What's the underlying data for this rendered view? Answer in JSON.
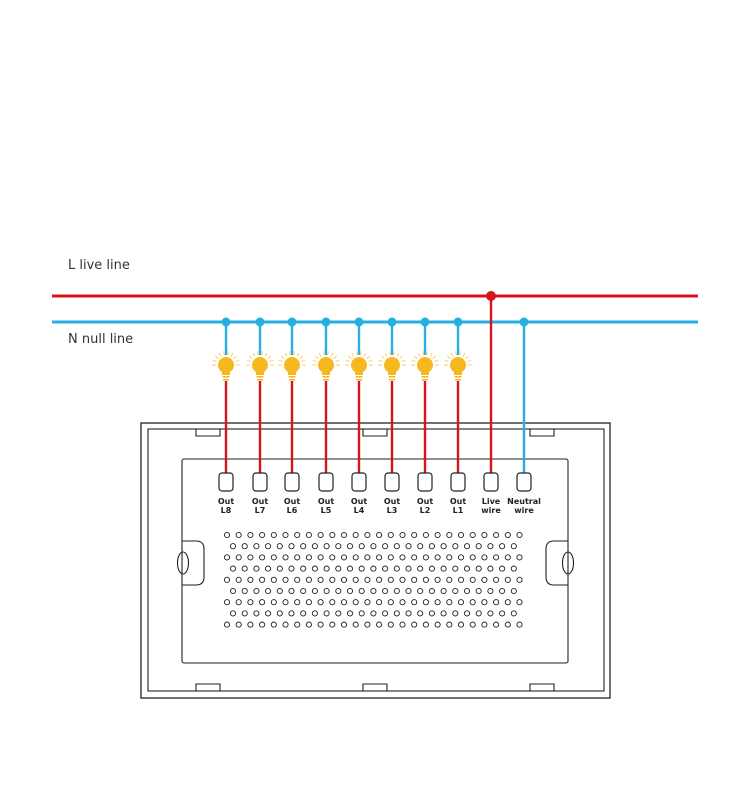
{
  "labels": {
    "live_line": "L live line",
    "null_line": "N null line"
  },
  "colors": {
    "live": "#d7141d",
    "neutral": "#27aee3",
    "bulb": "#f6b81f",
    "bulb_glow": "#f9cf6a",
    "outline": "#222222"
  },
  "terminals": [
    {
      "line1": "Out",
      "line2": "L8",
      "kind": "out"
    },
    {
      "line1": "Out",
      "line2": "L7",
      "kind": "out"
    },
    {
      "line1": "Out",
      "line2": "L6",
      "kind": "out"
    },
    {
      "line1": "Out",
      "line2": "L5",
      "kind": "out"
    },
    {
      "line1": "Out",
      "line2": "L4",
      "kind": "out"
    },
    {
      "line1": "Out",
      "line2": "L3",
      "kind": "out"
    },
    {
      "line1": "Out",
      "line2": "L2",
      "kind": "out"
    },
    {
      "line1": "Out",
      "line2": "L1",
      "kind": "out"
    },
    {
      "line1": "Live",
      "line2": "wire",
      "kind": "live"
    },
    {
      "line1": "Neutral",
      "line2": "wire",
      "kind": "neutral"
    }
  ],
  "icons": {
    "bulb": "light-bulb-icon"
  }
}
